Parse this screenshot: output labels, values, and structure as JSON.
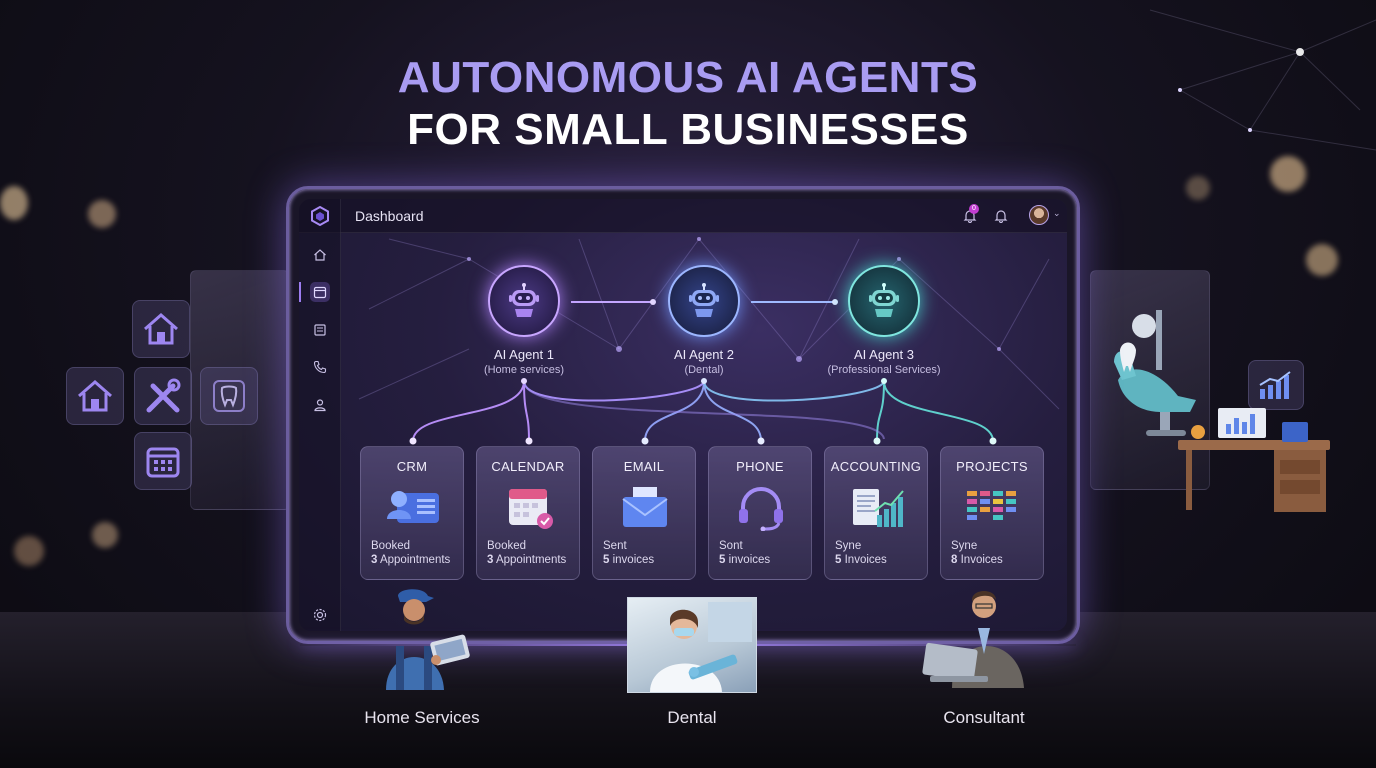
{
  "headline": {
    "line1": "AUTONOMOUS AI AGENTS",
    "line2": "FOR SMALL BUSINESSES"
  },
  "dashboard": {
    "title": "Dashboard",
    "notification_count": "0",
    "sidebar_icons": [
      "home-icon",
      "calendar-icon",
      "document-icon",
      "phone-icon",
      "user-icon",
      "gear-icon"
    ]
  },
  "agents": [
    {
      "name": "AI Agent 1",
      "sub": "(Home services)",
      "color": "#a77cf0"
    },
    {
      "name": "AI Agent 2",
      "sub": "(Dental)",
      "color": "#6f8ff2"
    },
    {
      "name": "AI Agent 3",
      "sub": "(Professional Services)",
      "color": "#46c6c3"
    }
  ],
  "cards": [
    {
      "title": "CRM",
      "line1": "Booked",
      "count": "3",
      "rest": "Appointments",
      "icon": "contact-card-icon"
    },
    {
      "title": "CALENDAR",
      "line1": "Booked",
      "count": "3",
      "rest": "Appointments",
      "icon": "calendar-check-icon"
    },
    {
      "title": "EMAIL",
      "line1": "Sent",
      "count": "5",
      "rest": "invoices",
      "icon": "envelope-icon"
    },
    {
      "title": "PHONE",
      "line1": "Sont",
      "count": "5",
      "rest": "invoices",
      "icon": "headset-icon"
    },
    {
      "title": "ACCOUNTING",
      "line1": "Syne",
      "count": "5",
      "rest": "Invoices",
      "icon": "report-chart-icon"
    },
    {
      "title": "PROJECTS",
      "line1": "Syne",
      "count": "8",
      "rest": "Invoices",
      "icon": "kanban-board-icon"
    }
  ],
  "people": [
    {
      "label": "Home Services"
    },
    {
      "label": "Dental"
    },
    {
      "label": "Consultant"
    }
  ],
  "colors": {
    "accent_purple": "#a99cf2",
    "tablet_border": "#6b5d9e",
    "agent1": "#a77cf0",
    "agent2": "#6f8ff2",
    "agent3": "#46c6c3"
  }
}
